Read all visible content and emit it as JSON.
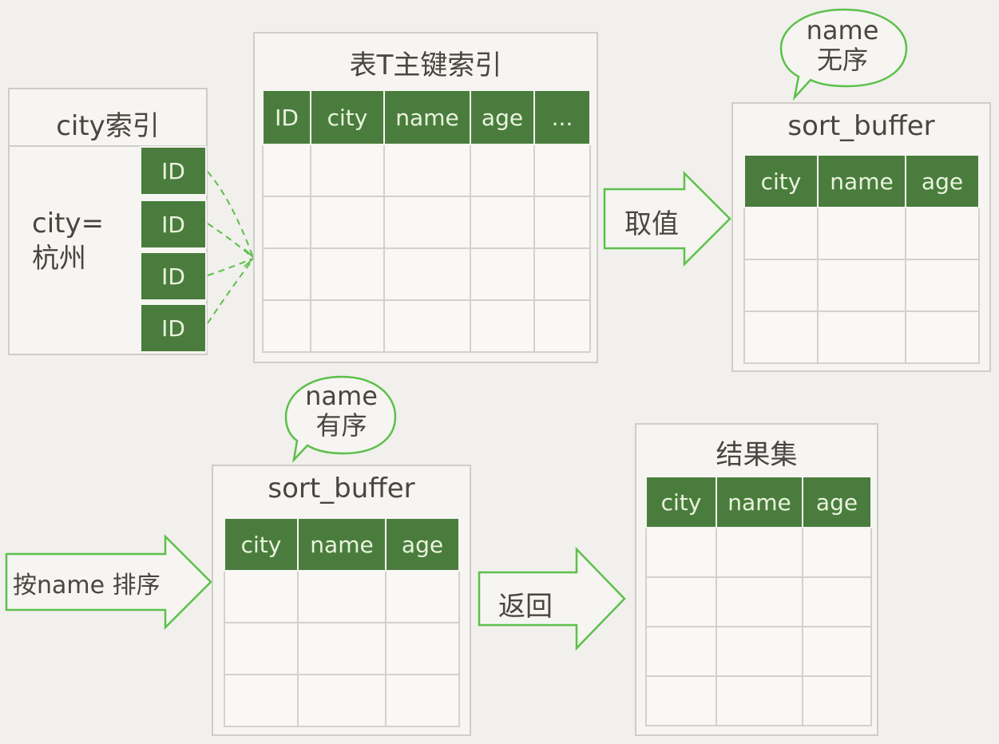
{
  "city_index": {
    "title": "city索引",
    "condition_line1": "city=",
    "condition_line2": "杭州",
    "ids": [
      "ID",
      "ID",
      "ID",
      "ID"
    ]
  },
  "primary_index": {
    "title": "表T主键索引",
    "columns": [
      "ID",
      "city",
      "name",
      "age",
      "..."
    ]
  },
  "fetch_arrow": {
    "label": "取值"
  },
  "sort_buffer_unsorted": {
    "title": "sort_buffer",
    "columns": [
      "city",
      "name",
      "age"
    ],
    "bubble_line1": "name",
    "bubble_line2": "无序"
  },
  "sort_arrow": {
    "label": "按name 排序"
  },
  "sort_buffer_sorted": {
    "title": "sort_buffer",
    "columns": [
      "city",
      "name",
      "age"
    ],
    "bubble_line1": "name",
    "bubble_line2": "有序"
  },
  "return_arrow": {
    "label": "返回"
  },
  "result_set": {
    "title": "结果集",
    "columns": [
      "city",
      "name",
      "age"
    ]
  },
  "colors": {
    "header_green": "#4a7d3d",
    "arrow_green": "#5cc04a",
    "text": "#4a4540"
  }
}
